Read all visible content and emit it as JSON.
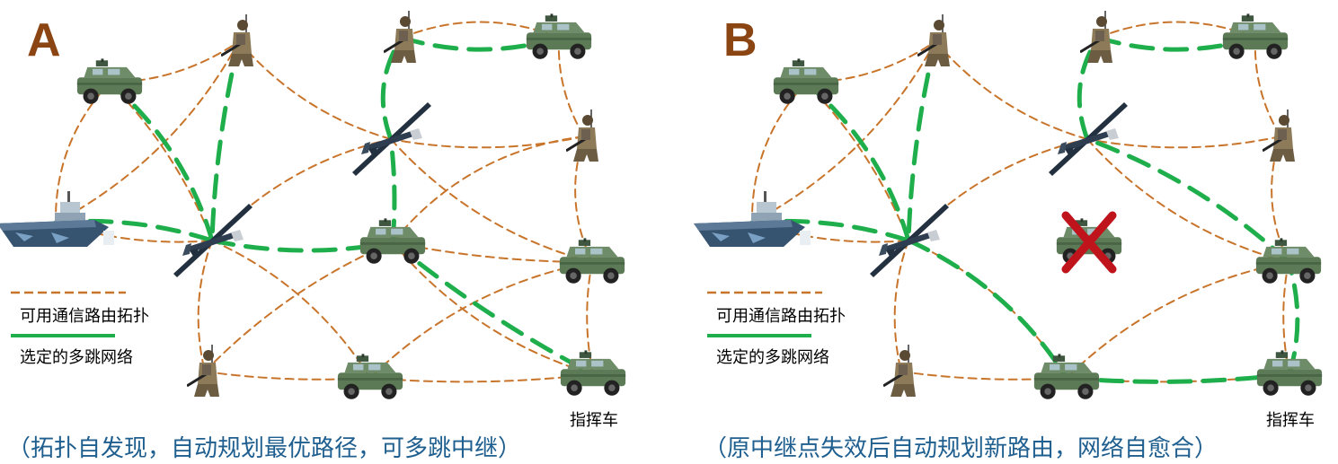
{
  "colors": {
    "letter": "#8b4513",
    "available_link": "#c8742a",
    "selected_link": "#1fae4c",
    "caption": "#1f5f8f",
    "failure_mark": "#c0141c",
    "vehicle": "#5c7a56",
    "uav": "#22303f",
    "boat": "#36536f"
  },
  "panels": [
    {
      "letter": "A",
      "legend": {
        "available": "可用通信路由拓扑",
        "selected": "选定的多跳网络"
      },
      "command_label": "指挥车",
      "caption": "（拓扑自发现，自动规划最优路径，可多跳中继）"
    },
    {
      "letter": "B",
      "legend": {
        "available": "可用通信路由拓扑",
        "selected": "选定的多跳网络"
      },
      "command_label": "指挥车",
      "caption": "（原中继点失效后自动规划新路由，网络自愈合）"
    }
  ]
}
